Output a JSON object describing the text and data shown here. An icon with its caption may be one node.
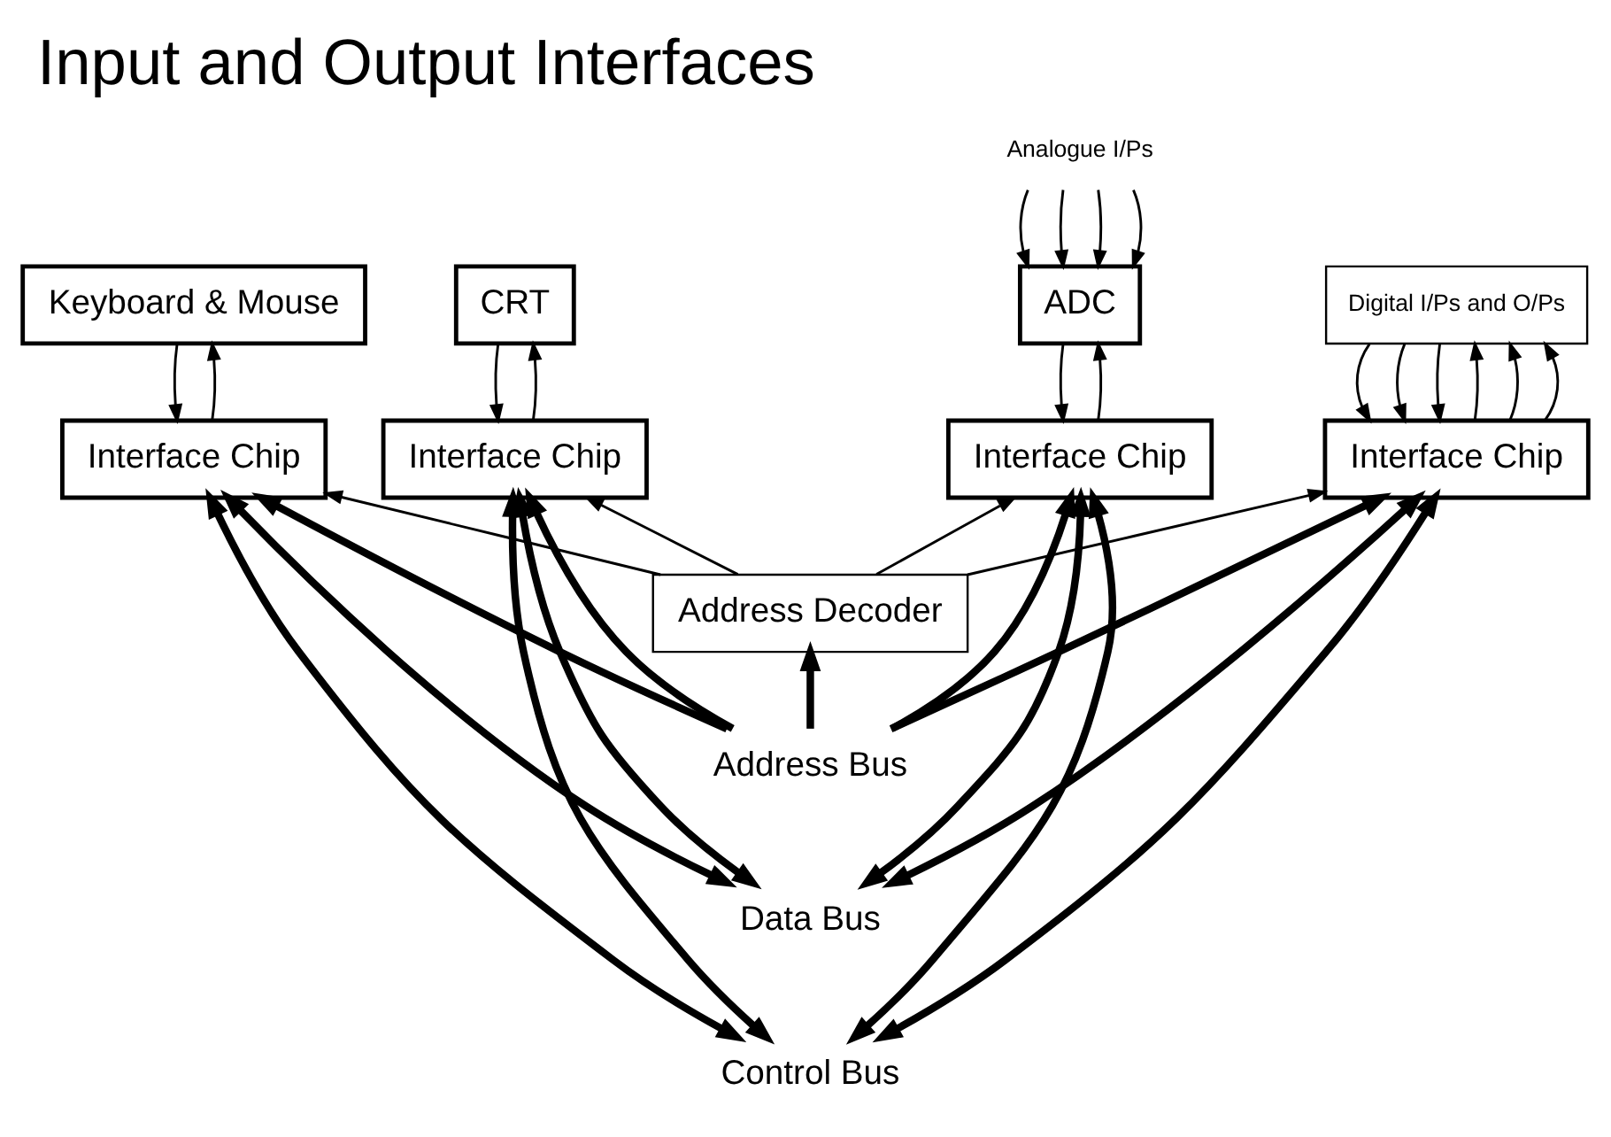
{
  "diagram": {
    "title": "Input and Output Interfaces",
    "nodes": [
      {
        "text": [
          "Analogue I/Ps"
        ]
      },
      {
        "text": [
          "Keyboard & Mouse"
        ]
      },
      {
        "text": [
          "CRT"
        ]
      },
      {
        "text": [
          "Digital I/Ps and O/Ps"
        ]
      },
      {
        "text": [
          "ADC"
        ]
      },
      {
        "text": [
          "Interface Chip"
        ]
      },
      {
        "text": [
          "Interface Chip"
        ]
      },
      {
        "text": [
          "Interface Chip"
        ]
      },
      {
        "text": [
          "Interface Chip"
        ]
      },
      {
        "text": [
          "Address Decoder"
        ]
      },
      {
        "text": [
          "Address Bus"
        ]
      },
      {
        "text": [
          "Data Bus"
        ]
      },
      {
        "text": [
          "Control Bus"
        ]
      }
    ],
    "edges": [
      {
        "from": 0,
        "to": 4,
        "arrow": "to"
      },
      {
        "from": 0,
        "to": 4,
        "arrow": "to"
      },
      {
        "from": 0,
        "to": 4,
        "arrow": "to"
      },
      {
        "from": 0,
        "to": 4,
        "arrow": "to"
      },
      {
        "from": 1,
        "to": 5,
        "arrow": "to"
      },
      {
        "from": 5,
        "to": 1,
        "arrow": "to"
      },
      {
        "from": 2,
        "to": 6,
        "arrow": "to"
      },
      {
        "from": 6,
        "to": 2,
        "arrow": "to"
      },
      {
        "from": 3,
        "to": 7,
        "arrow": "to"
      },
      {
        "from": 3,
        "to": 7,
        "arrow": "to"
      },
      {
        "from": 3,
        "to": 7,
        "arrow": "to"
      },
      {
        "from": 7,
        "to": 3,
        "arrow": "to"
      },
      {
        "from": 7,
        "to": 3,
        "arrow": "to"
      },
      {
        "from": 7,
        "to": 3,
        "arrow": "to"
      },
      {
        "from": 4,
        "to": 8,
        "arrow": "to"
      },
      {
        "from": 8,
        "to": 4,
        "arrow": "to"
      },
      {
        "from": 9,
        "to": 5,
        "arrow": "to"
      },
      {
        "from": 9,
        "to": 6,
        "arrow": "to"
      },
      {
        "from": 9,
        "to": 7,
        "arrow": "to"
      },
      {
        "from": 9,
        "to": 8,
        "arrow": "to"
      },
      {
        "from": 10,
        "to": 9,
        "arrow": "to",
        "style": "thick"
      },
      {
        "from": 10,
        "to": 5,
        "arrow": "to",
        "style": "thick"
      },
      {
        "from": 11,
        "to": 5,
        "arrow": "both",
        "style": "thick"
      },
      {
        "from": 12,
        "to": 5,
        "arrow": "both",
        "style": "thick"
      },
      {
        "from": 10,
        "to": 6,
        "arrow": "to",
        "style": "thick"
      },
      {
        "from": 11,
        "to": 6,
        "arrow": "both",
        "style": "thick"
      },
      {
        "from": 12,
        "to": 6,
        "arrow": "both",
        "style": "thick"
      },
      {
        "from": 10,
        "to": 7,
        "arrow": "to",
        "style": "thick"
      },
      {
        "from": 11,
        "to": 7,
        "arrow": "both",
        "style": "thick"
      },
      {
        "from": 12,
        "to": 7,
        "arrow": "both",
        "style": "thick"
      },
      {
        "from": 10,
        "to": 8,
        "arrow": "to",
        "style": "thick"
      },
      {
        "from": 11,
        "to": 8,
        "arrow": "both",
        "style": "thick"
      },
      {
        "from": 12,
        "to": 8,
        "arrow": "both",
        "style": "thick"
      }
    ]
  }
}
